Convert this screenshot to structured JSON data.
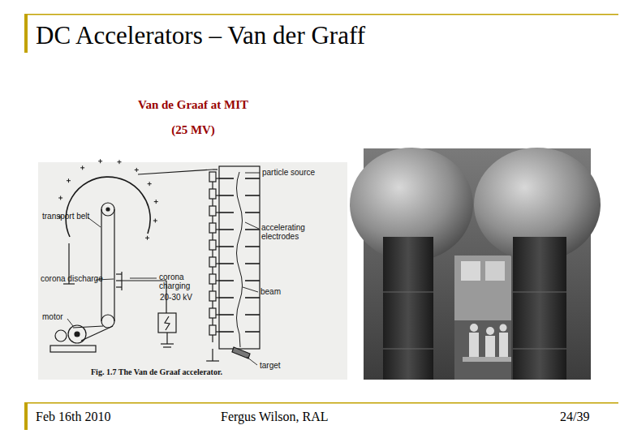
{
  "diagram": {
    "title": "DC Accelerators – Van der Graff",
    "labels": [
      "Van de Graaf at MIT",
      "(25 MV)",
      "particle source",
      "accelerating electrodes",
      "transport belt",
      "corona discharge",
      "corona charging",
      "20-30 kV",
      "beam",
      "motor",
      "target",
      "Fig. 1.7 The Van de Graaf accelerator.",
      "Feb 16th 2010",
      "Fergus Wilson, RAL",
      "24/39"
    ]
  }
}
